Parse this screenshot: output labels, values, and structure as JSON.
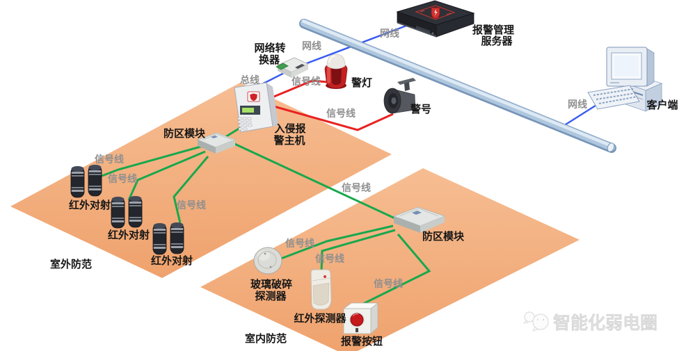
{
  "diagram_type": "security-alarm-system-topology",
  "zones": {
    "outdoor": {
      "label": "室外防范"
    },
    "indoor": {
      "label": "室内防范"
    }
  },
  "devices": {
    "server": {
      "label_line1": "报警管理",
      "label_line2": "服务器"
    },
    "converter": {
      "label_line1": "网络转",
      "label_line2": "换器"
    },
    "alarm_light": {
      "label": "警灯"
    },
    "alarm_horn": {
      "label": "警号"
    },
    "host": {
      "label_line1": "入侵报",
      "label_line2": "警主机"
    },
    "zone_module_outdoor": {
      "label": "防区模块"
    },
    "zone_module_indoor": {
      "label": "防区模块"
    },
    "ir_beam_1": {
      "label": "红外对射"
    },
    "ir_beam_2": {
      "label": "红外对射"
    },
    "ir_beam_3": {
      "label": "红外对射"
    },
    "glass_break": {
      "label_line1": "玻璃破碎",
      "label_line2": "探测器"
    },
    "pir_detector": {
      "label": "红外探测器"
    },
    "panic_button": {
      "label": "报警按钮"
    },
    "client": {
      "label": "客户端"
    }
  },
  "cables": {
    "net_server": "网线",
    "net_converter": "网线",
    "bus": "总线",
    "net_client": "网线",
    "sig_light": "信号线",
    "sig_horn": "信号线",
    "sig_trunk": "信号线",
    "sig_beam_1": "信号线",
    "sig_beam_2": "信号线",
    "sig_beam_3": "信号线",
    "sig_glass": "信号线",
    "sig_pir": "信号线",
    "sig_button": "信号线"
  },
  "watermark": {
    "logo": "chat-bubbles-logo",
    "text": "智能化弱电圈"
  },
  "colors": {
    "network_cable": "#3a5cee",
    "alarm_signal_cable": "#e82222",
    "detector_signal_cable": "#18a84d",
    "zone_ground": "#f3b183",
    "gray_label": "#8f8f8f",
    "black_label": "#161616",
    "pipe": "#aec7de"
  }
}
